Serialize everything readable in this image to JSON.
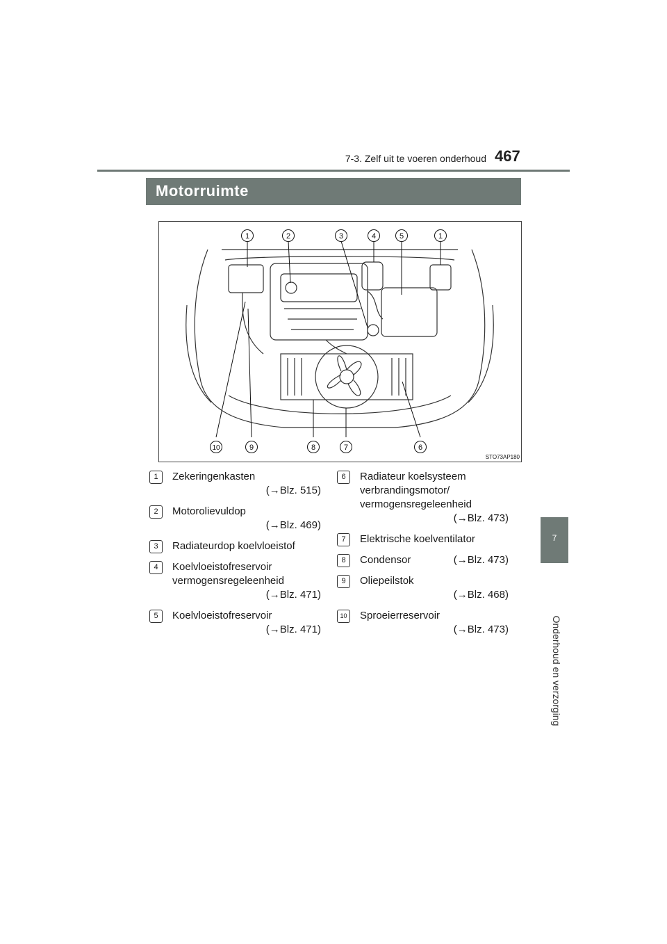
{
  "header": {
    "section": "7-3. Zelf uit te voeren onderhoud",
    "page_number": "467"
  },
  "side_tab": {
    "chapter": "7",
    "label": "Onderhoud en verzorging"
  },
  "title": "Motorruimte",
  "figure": {
    "code": "STO73AP180",
    "top_callouts": [
      "1",
      "2",
      "3",
      "4",
      "5",
      "1"
    ],
    "bottom_callouts": [
      "10",
      "9",
      "8",
      "7",
      "6"
    ]
  },
  "items_left": [
    {
      "num": "1",
      "lines": [
        "Zekeringenkasten"
      ],
      "ref": "(→Blz. 515)"
    },
    {
      "num": "2",
      "lines": [
        "Motorolievuldop"
      ],
      "ref": "(→Blz. 469)"
    },
    {
      "num": "3",
      "lines": [
        "Radiateurdop koelvloeistof"
      ],
      "ref": ""
    },
    {
      "num": "4",
      "lines": [
        "Koelvloeistofreservoir",
        "vermogensregeleenheid"
      ],
      "ref": "(→Blz. 471)"
    },
    {
      "num": "5",
      "lines": [
        "Koelvloeistofreservoir"
      ],
      "ref": "(→Blz. 471)"
    }
  ],
  "items_right": [
    {
      "num": "6",
      "lines": [
        "Radiateur koelsysteem",
        "verbrandingsmotor/",
        "vermogensregeleenheid"
      ],
      "ref": "(→Blz. 473)"
    },
    {
      "num": "7",
      "lines": [
        "Elektrische koelventilator"
      ],
      "ref": ""
    },
    {
      "num": "8",
      "lines": [
        "Condensor"
      ],
      "inline_ref": "(→Blz. 473)"
    },
    {
      "num": "9",
      "lines": [
        "Oliepeilstok"
      ],
      "ref": "(→Blz. 468)"
    },
    {
      "num": "10",
      "lines": [
        "Sproeierreservoir"
      ],
      "ref": "(→Blz. 473)"
    }
  ]
}
